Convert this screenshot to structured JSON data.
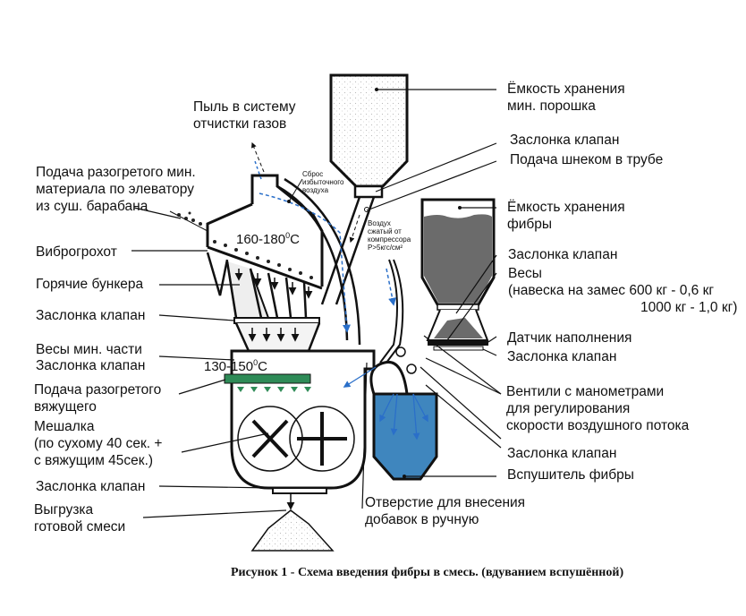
{
  "figure": {
    "caption": "Рисунок 1 - Схема введения фибры в смесь. (вдуванием вспушённой)",
    "temperatures": {
      "hot_zone": "160-180",
      "mixer_zone": "130-150",
      "unit": "°C"
    },
    "small_labels": {
      "excess_air": [
        "Сброс",
        "избыточного",
        "воздуха"
      ],
      "compressed_air": [
        "Воздух",
        "сжатый от",
        "компрессора",
        "Р>5кгс/см²"
      ]
    },
    "left_labels": {
      "dust": [
        "Пыль в систему",
        "отчистки газов"
      ],
      "feed_material": [
        "Подача разогретого мин.",
        "материала по элеватору",
        "из суш. барабана"
      ],
      "vibroscreen": "Виброгрохот",
      "hot_bins": "Горячие бункера",
      "valve_1": "Заслонка клапан",
      "scales_mineral": "Весы мин. части",
      "valve_2": "Заслонка клапан",
      "binder_feed": [
        "Подача разогретого",
        "вяжущего"
      ],
      "mixer": [
        "Мешалка",
        "(по сухому 40 сек. +",
        "с вяжущим 45сек.)"
      ],
      "valve_3": "Заслонка клапан",
      "unload": [
        "Выгрузка",
        "готовой смеси"
      ]
    },
    "right_labels": {
      "powder_storage": [
        "Ёмкость хранения",
        "мин. порошка"
      ],
      "valve_powder": "Заслонка клапан",
      "screw_feed": "Подача шнеком в трубе",
      "fiber_storage": [
        "Ёмкость хранения",
        "фибры"
      ],
      "valve_fiber": "Заслонка клапан",
      "scales_fiber": [
        "Весы",
        "(навеска на замес 600 кг - 0,6 кг",
        "1000 кг - 1,0 кг)"
      ],
      "fill_sensor": "Датчик наполнения",
      "valve_scales": "Заслонка клапан",
      "air_valves": [
        "Вентили с манометрами",
        "для регулирования",
        "скорости воздушного потока"
      ],
      "valve_fluffer": "Заслонка клапан",
      "fluffer": "Вспушитель фибры",
      "manual_hole": [
        "Отверстие для внесения",
        "добавок в ручную"
      ]
    },
    "colors": {
      "line": "#111111",
      "fiber_gray": "#6b6b6b",
      "fluffer_blue": "#3f86be",
      "air_blue": "#2a6fc9",
      "binder_green": "#2e8b57"
    }
  }
}
